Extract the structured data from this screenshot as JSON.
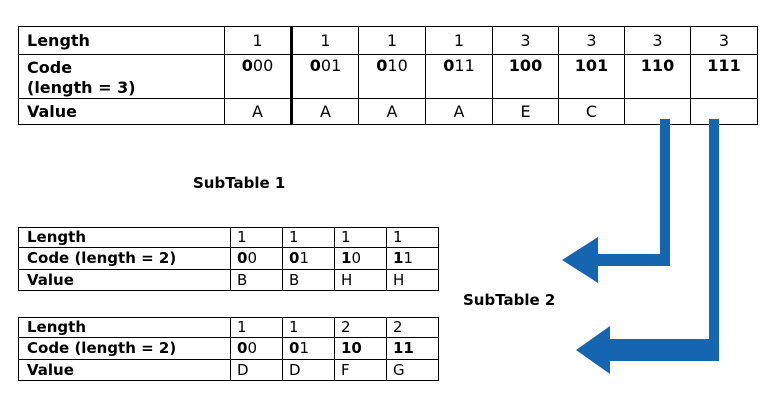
{
  "main_table": {
    "headers": [
      "Length",
      "Code\n(length = 3)",
      "Value"
    ],
    "lengths": [
      "1",
      "1",
      "1",
      "1",
      "3",
      "3",
      "3",
      "3"
    ],
    "codes": [
      {
        "prefix": "0",
        "rest": "00"
      },
      {
        "prefix": "0",
        "rest": "01"
      },
      {
        "prefix": "0",
        "rest": "10"
      },
      {
        "prefix": "0",
        "rest": "11"
      },
      {
        "prefix": "100",
        "rest": ""
      },
      {
        "prefix": "101",
        "rest": ""
      },
      {
        "prefix": "110",
        "rest": ""
      },
      {
        "prefix": "111",
        "rest": ""
      }
    ],
    "values": [
      "A",
      "A",
      "A",
      "A",
      "E",
      "C",
      "",
      ""
    ]
  },
  "subtable1": {
    "title": "SubTable 1",
    "headers": [
      "Length",
      "Code (length = 2)",
      "Value"
    ],
    "lengths": [
      "1",
      "1",
      "1",
      "1"
    ],
    "codes": [
      {
        "prefix": "0",
        "rest": "0"
      },
      {
        "prefix": "0",
        "rest": "1"
      },
      {
        "prefix": "1",
        "rest": "0"
      },
      {
        "prefix": "1",
        "rest": "1"
      }
    ],
    "values": [
      "B",
      "B",
      "H",
      "H"
    ]
  },
  "subtable2": {
    "title": "SubTable 2",
    "headers": [
      "Length",
      "Code (length = 2)",
      "Value"
    ],
    "lengths": [
      "1",
      "1",
      "2",
      "2"
    ],
    "codes": [
      {
        "prefix": "0",
        "rest": "0"
      },
      {
        "prefix": "0",
        "rest": "1"
      },
      {
        "prefix": "10",
        "rest": ""
      },
      {
        "prefix": "11",
        "rest": ""
      }
    ],
    "values": [
      "D",
      "D",
      "F",
      "G"
    ]
  },
  "colors": {
    "arrow": "#1565B0",
    "border": "#000000"
  }
}
